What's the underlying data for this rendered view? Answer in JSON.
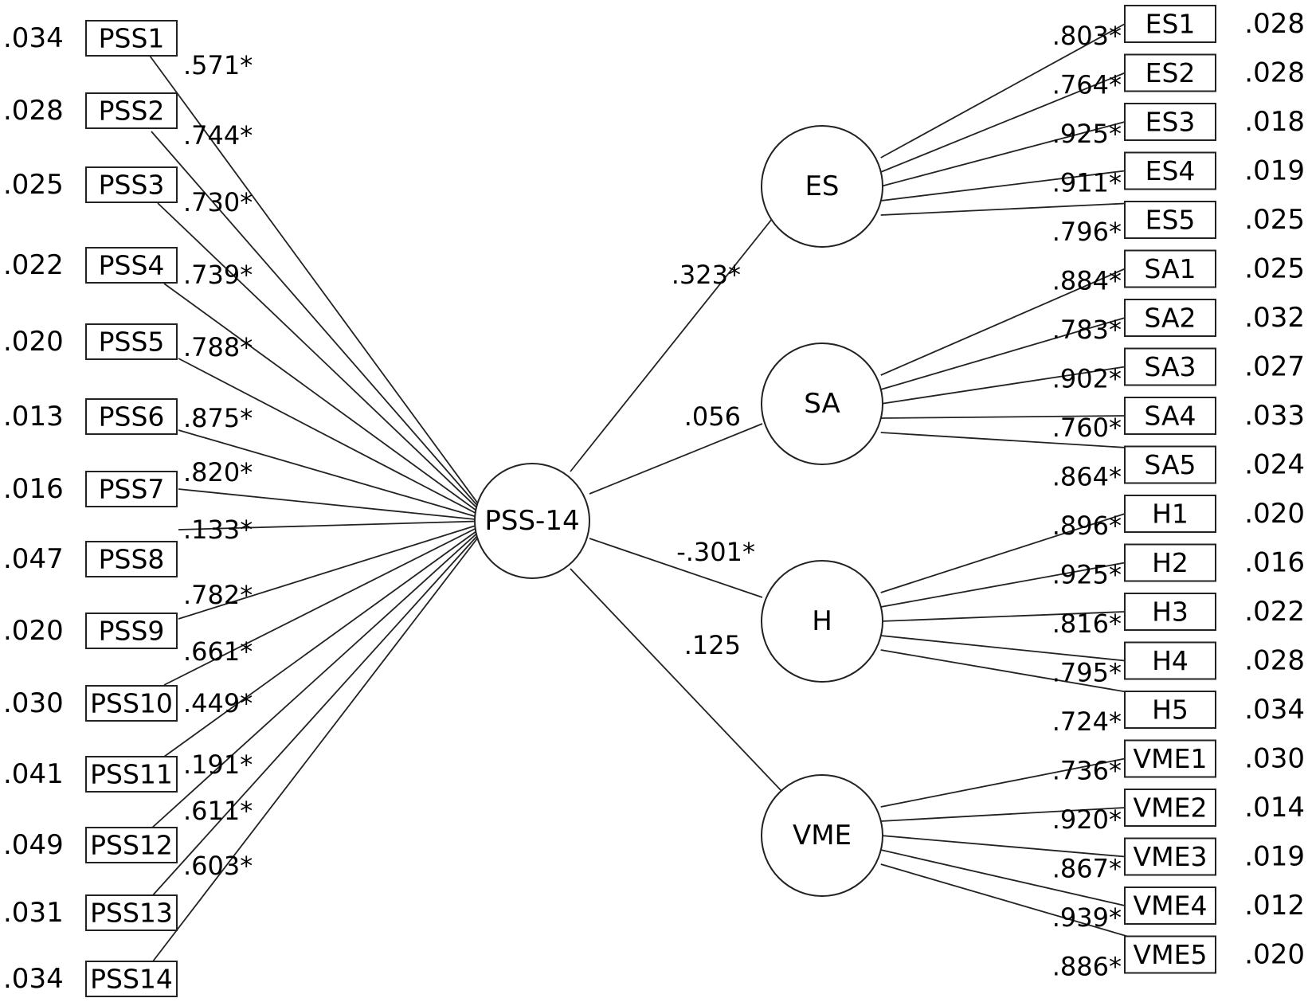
{
  "central": {
    "label": "PSS-14"
  },
  "left_items": [
    {
      "label": "PSS1",
      "loading": ".571*",
      "error": ".034"
    },
    {
      "label": "PSS2",
      "loading": ".744*",
      "error": ".028"
    },
    {
      "label": "PSS3",
      "loading": ".730*",
      "error": ".025"
    },
    {
      "label": "PSS4",
      "loading": ".739*",
      "error": ".022"
    },
    {
      "label": "PSS5",
      "loading": ".788*",
      "error": ".020"
    },
    {
      "label": "PSS6",
      "loading": ".875*",
      "error": ".013"
    },
    {
      "label": "PSS7",
      "loading": ".820*",
      "error": ".016"
    },
    {
      "label": "PSS8",
      "loading": ".133*",
      "error": ".047"
    },
    {
      "label": "PSS9",
      "loading": ".782*",
      "error": ".020"
    },
    {
      "label": "PSS10",
      "loading": ".661*",
      "error": ".030"
    },
    {
      "label": "PSS11",
      "loading": ".449*",
      "error": ".041"
    },
    {
      "label": "PSS12",
      "loading": ".191*",
      "error": ".049"
    },
    {
      "label": "PSS13",
      "loading": ".611*",
      "error": ".031"
    },
    {
      "label": "PSS14",
      "loading": ".603*",
      "error": ".034"
    }
  ],
  "factors": [
    {
      "label": "ES",
      "path_coef": ".323*",
      "items": [
        {
          "label": "ES1",
          "loading": ".803*",
          "error": ".028"
        },
        {
          "label": "ES2",
          "loading": ".764*",
          "error": ".028"
        },
        {
          "label": "ES3",
          "loading": ".925*",
          "error": ".018"
        },
        {
          "label": "ES4",
          "loading": ".911*",
          "error": ".019"
        },
        {
          "label": "ES5",
          "loading": ".796*",
          "error": ".025"
        }
      ]
    },
    {
      "label": "SA",
      "path_coef": ".056",
      "items": [
        {
          "label": "SA1",
          "loading": ".884*",
          "error": ".025"
        },
        {
          "label": "SA2",
          "loading": ".783*",
          "error": ".032"
        },
        {
          "label": "SA3",
          "loading": ".902*",
          "error": ".027"
        },
        {
          "label": "SA4",
          "loading": ".760*",
          "error": ".033"
        },
        {
          "label": "SA5",
          "loading": ".864*",
          "error": ".024"
        }
      ]
    },
    {
      "label": "H",
      "path_coef": "-.301*",
      "items": [
        {
          "label": "H1",
          "loading": ".896*",
          "error": ".020"
        },
        {
          "label": "H2",
          "loading": ".925*",
          "error": ".016"
        },
        {
          "label": "H3",
          "loading": ".816*",
          "error": ".022"
        },
        {
          "label": "H4",
          "loading": ".795*",
          "error": ".028"
        },
        {
          "label": "H5",
          "loading": ".724*",
          "error": ".034"
        }
      ]
    },
    {
      "label": "VME",
      "path_coef": ".125",
      "items": [
        {
          "label": "VME1",
          "loading": ".736*",
          "error": ".030"
        },
        {
          "label": "VME2",
          "loading": ".920*",
          "error": ".014"
        },
        {
          "label": "VME3",
          "loading": ".867*",
          "error": ".019"
        },
        {
          "label": "VME4",
          "loading": ".939*",
          "error": ".012"
        },
        {
          "label": "VME5",
          "loading": ".886*",
          "error": ".020"
        }
      ]
    }
  ]
}
